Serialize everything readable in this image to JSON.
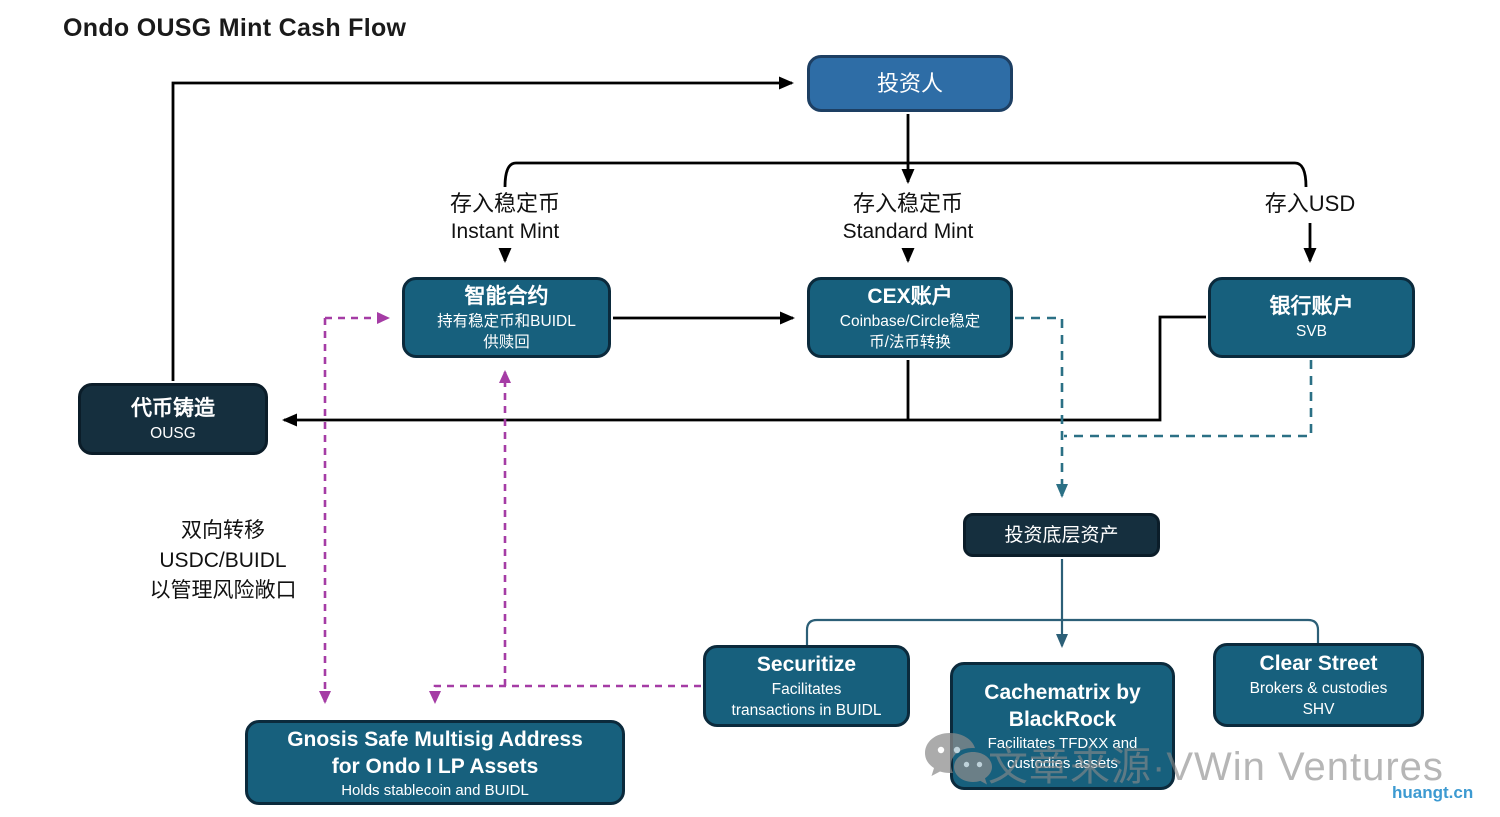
{
  "title": "Ondo OUSG Mint Cash Flow",
  "nodes": {
    "investor": {
      "title": "投资人"
    },
    "smart_contract": {
      "title": "智能合约",
      "subtitle": "持有稳定币和BUIDL\n供赎回"
    },
    "cex": {
      "title": "CEX账户",
      "subtitle": "Coinbase/Circle稳定\n币/法币转换"
    },
    "bank": {
      "title": "银行账户",
      "subtitle": "SVB"
    },
    "token_mint": {
      "title": "代币铸造",
      "subtitle": "OUSG"
    },
    "invest_assets": {
      "title": "投资底层资产"
    },
    "securitize": {
      "title": "Securitize",
      "subtitle": "Facilitates\ntransactions in BUIDL"
    },
    "cachematrix": {
      "title": "Cachematrix by\nBlackRock",
      "subtitle": "Facilitates TFDXX and\ncustodies assets"
    },
    "clear_street": {
      "title": "Clear Street",
      "subtitle": "Brokers & custodies\nSHV"
    },
    "gnosis_safe": {
      "title": "Gnosis Safe Multisig Address\nfor Ondo I LP Assets",
      "subtitle": "Holds stablecoin and BUIDL"
    }
  },
  "flow_labels": {
    "instant": {
      "zh": "存入稳定币",
      "en": "Instant Mint"
    },
    "standard": {
      "zh": "存入稳定币",
      "en": "Standard Mint"
    },
    "usd": {
      "zh": "存入USD"
    },
    "bidirectional": "双向转移\nUSDC/BUIDL\n以管理风险敞口"
  },
  "watermark": {
    "icon": "wechat-icon",
    "source_text": "文章来源·VWin Ventures",
    "site": "huangt.cn"
  },
  "colors": {
    "blue": "#2e6da6",
    "blueborder": "#1d3f63",
    "teal": "#17607d",
    "tealborder": "#0b2a3c",
    "dark": "#152f3e",
    "darkborder": "#0b1d29",
    "purple": "#a53ca5",
    "tealdash": "#2b7085",
    "tree": "#2c5f77",
    "link": "#3d9ad1",
    "watermark": "#8a8a8a"
  }
}
